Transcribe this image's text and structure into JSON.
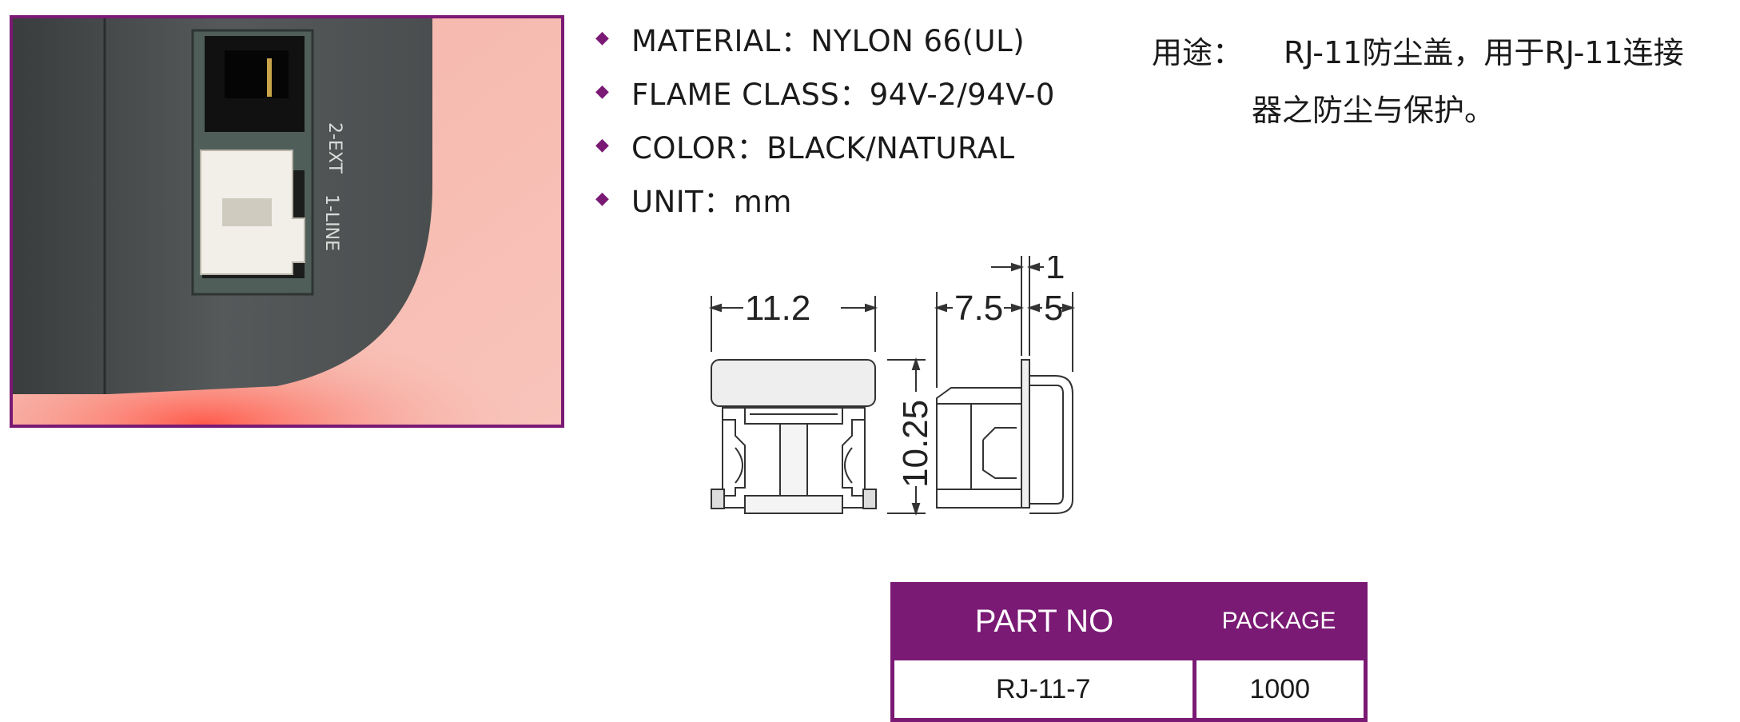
{
  "specs": [
    {
      "label": "MATERIAL：NYLON 66(UL)"
    },
    {
      "label": "FLAME CLASS：94V-2/94V-0"
    },
    {
      "label": "COLOR：BLACK/NATURAL"
    },
    {
      "label": "UNIT：mm"
    }
  ],
  "bullet": "◆",
  "usage": {
    "label": "用途：",
    "text1": "RJ-11防尘盖，用于RJ-11连接",
    "text2": "器之防尘与保护。"
  },
  "photo": {
    "port_label_1": "2-EXT",
    "port_label_2": "1-LINE"
  },
  "dimensions": {
    "width": "11.2",
    "height": "10.25",
    "body_depth": "7.5",
    "flange": "1",
    "cap_depth": "5"
  },
  "table": {
    "headers": [
      "PART NO",
      "PACKAGE"
    ],
    "rows": [
      [
        "RJ-11-7",
        "1000"
      ]
    ]
  },
  "colors": {
    "accent": "#7a1a74"
  }
}
